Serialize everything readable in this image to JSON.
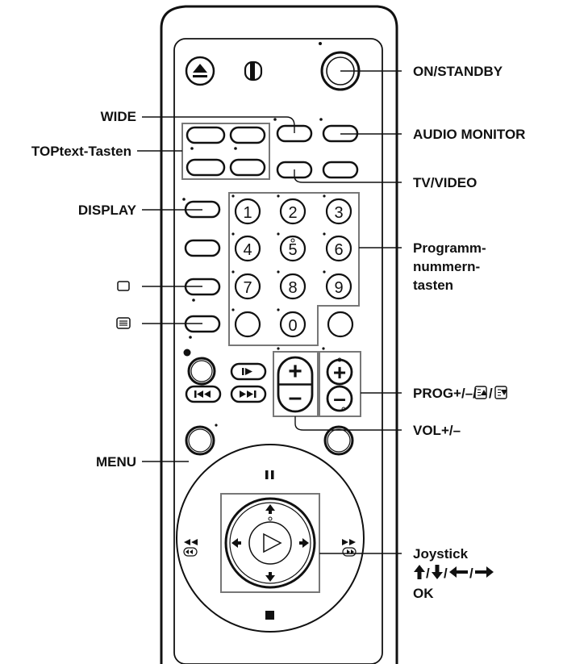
{
  "labels": {
    "on_standby": "ON/STANDBY",
    "wide": "WIDE",
    "audio_monitor": "AUDIO MONITOR",
    "toptext": "TOPtext-Tasten",
    "tv_video": "TV/VIDEO",
    "display": "DISPLAY",
    "programm_line1": "Programm-",
    "programm_line2": "nummern-",
    "programm_line3": "tasten",
    "prog": "PROG+/–/",
    "vol": "VOL+/–",
    "menu": "MENU",
    "joystick_line1": "Joystick",
    "joystick_line3": "OK"
  },
  "keypad": [
    "1",
    "2",
    "3",
    "4",
    "5",
    "6",
    "7",
    "8",
    "9",
    "0"
  ],
  "buttons": {
    "plus": "+",
    "minus": "–"
  }
}
